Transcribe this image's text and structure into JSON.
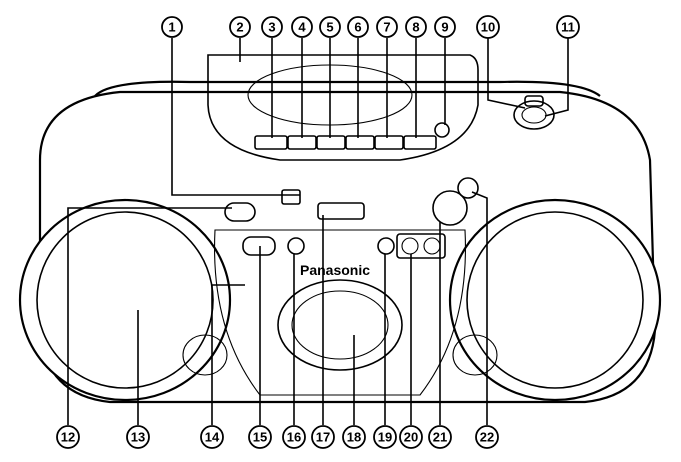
{
  "diagram": {
    "brand_text": "Panasonic",
    "callouts": [
      {
        "id": "callout-1",
        "label": "1"
      },
      {
        "id": "callout-2",
        "label": "2"
      },
      {
        "id": "callout-3",
        "label": "3"
      },
      {
        "id": "callout-4",
        "label": "4"
      },
      {
        "id": "callout-5",
        "label": "5"
      },
      {
        "id": "callout-6",
        "label": "6"
      },
      {
        "id": "callout-7",
        "label": "7"
      },
      {
        "id": "callout-8",
        "label": "8"
      },
      {
        "id": "callout-9",
        "label": "9"
      },
      {
        "id": "callout-10",
        "label": "10"
      },
      {
        "id": "callout-11",
        "label": "11"
      },
      {
        "id": "callout-12",
        "label": "12"
      },
      {
        "id": "callout-13",
        "label": "13"
      },
      {
        "id": "callout-14",
        "label": "14"
      },
      {
        "id": "callout-15",
        "label": "15"
      },
      {
        "id": "callout-16",
        "label": "16"
      },
      {
        "id": "callout-17",
        "label": "17"
      },
      {
        "id": "callout-18",
        "label": "18"
      },
      {
        "id": "callout-19",
        "label": "19"
      },
      {
        "id": "callout-20",
        "label": "20"
      },
      {
        "id": "callout-21",
        "label": "21"
      },
      {
        "id": "callout-22",
        "label": "22"
      }
    ]
  }
}
